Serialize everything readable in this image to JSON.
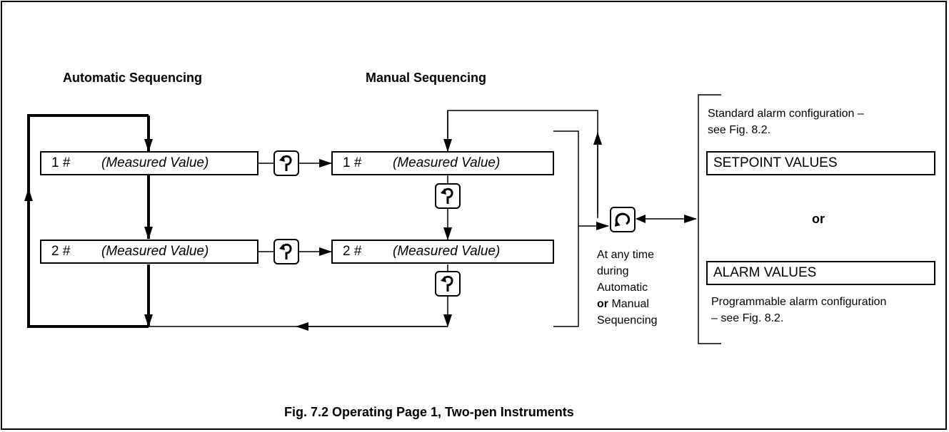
{
  "headings": {
    "automatic": "Automatic Sequencing",
    "manual": "Manual Sequencing"
  },
  "displays": {
    "row1_number": "1  #",
    "row2_number": "2  #",
    "measured_value": "(Measured Value)"
  },
  "keys": {
    "advance_icon": "page-advance-key-icon",
    "menu_icon": "menu-return-key-icon"
  },
  "note_lines": [
    "At any time",
    "during",
    "Automatic",
    "Manual",
    "Sequencing"
  ],
  "note_or": "or",
  "alarm": {
    "standard_line1": "Standard alarm configuration –",
    "standard_line2": "see Fig. 8.2.",
    "setpoint_values": "SETPOINT VALUES",
    "or": "or",
    "alarm_values": "ALARM VALUES",
    "programmable_line1": "Programmable alarm configuration",
    "programmable_line2": "– see Fig. 8.2."
  },
  "caption": "Fig. 7.2 Operating Page 1, Two-pen Instruments"
}
